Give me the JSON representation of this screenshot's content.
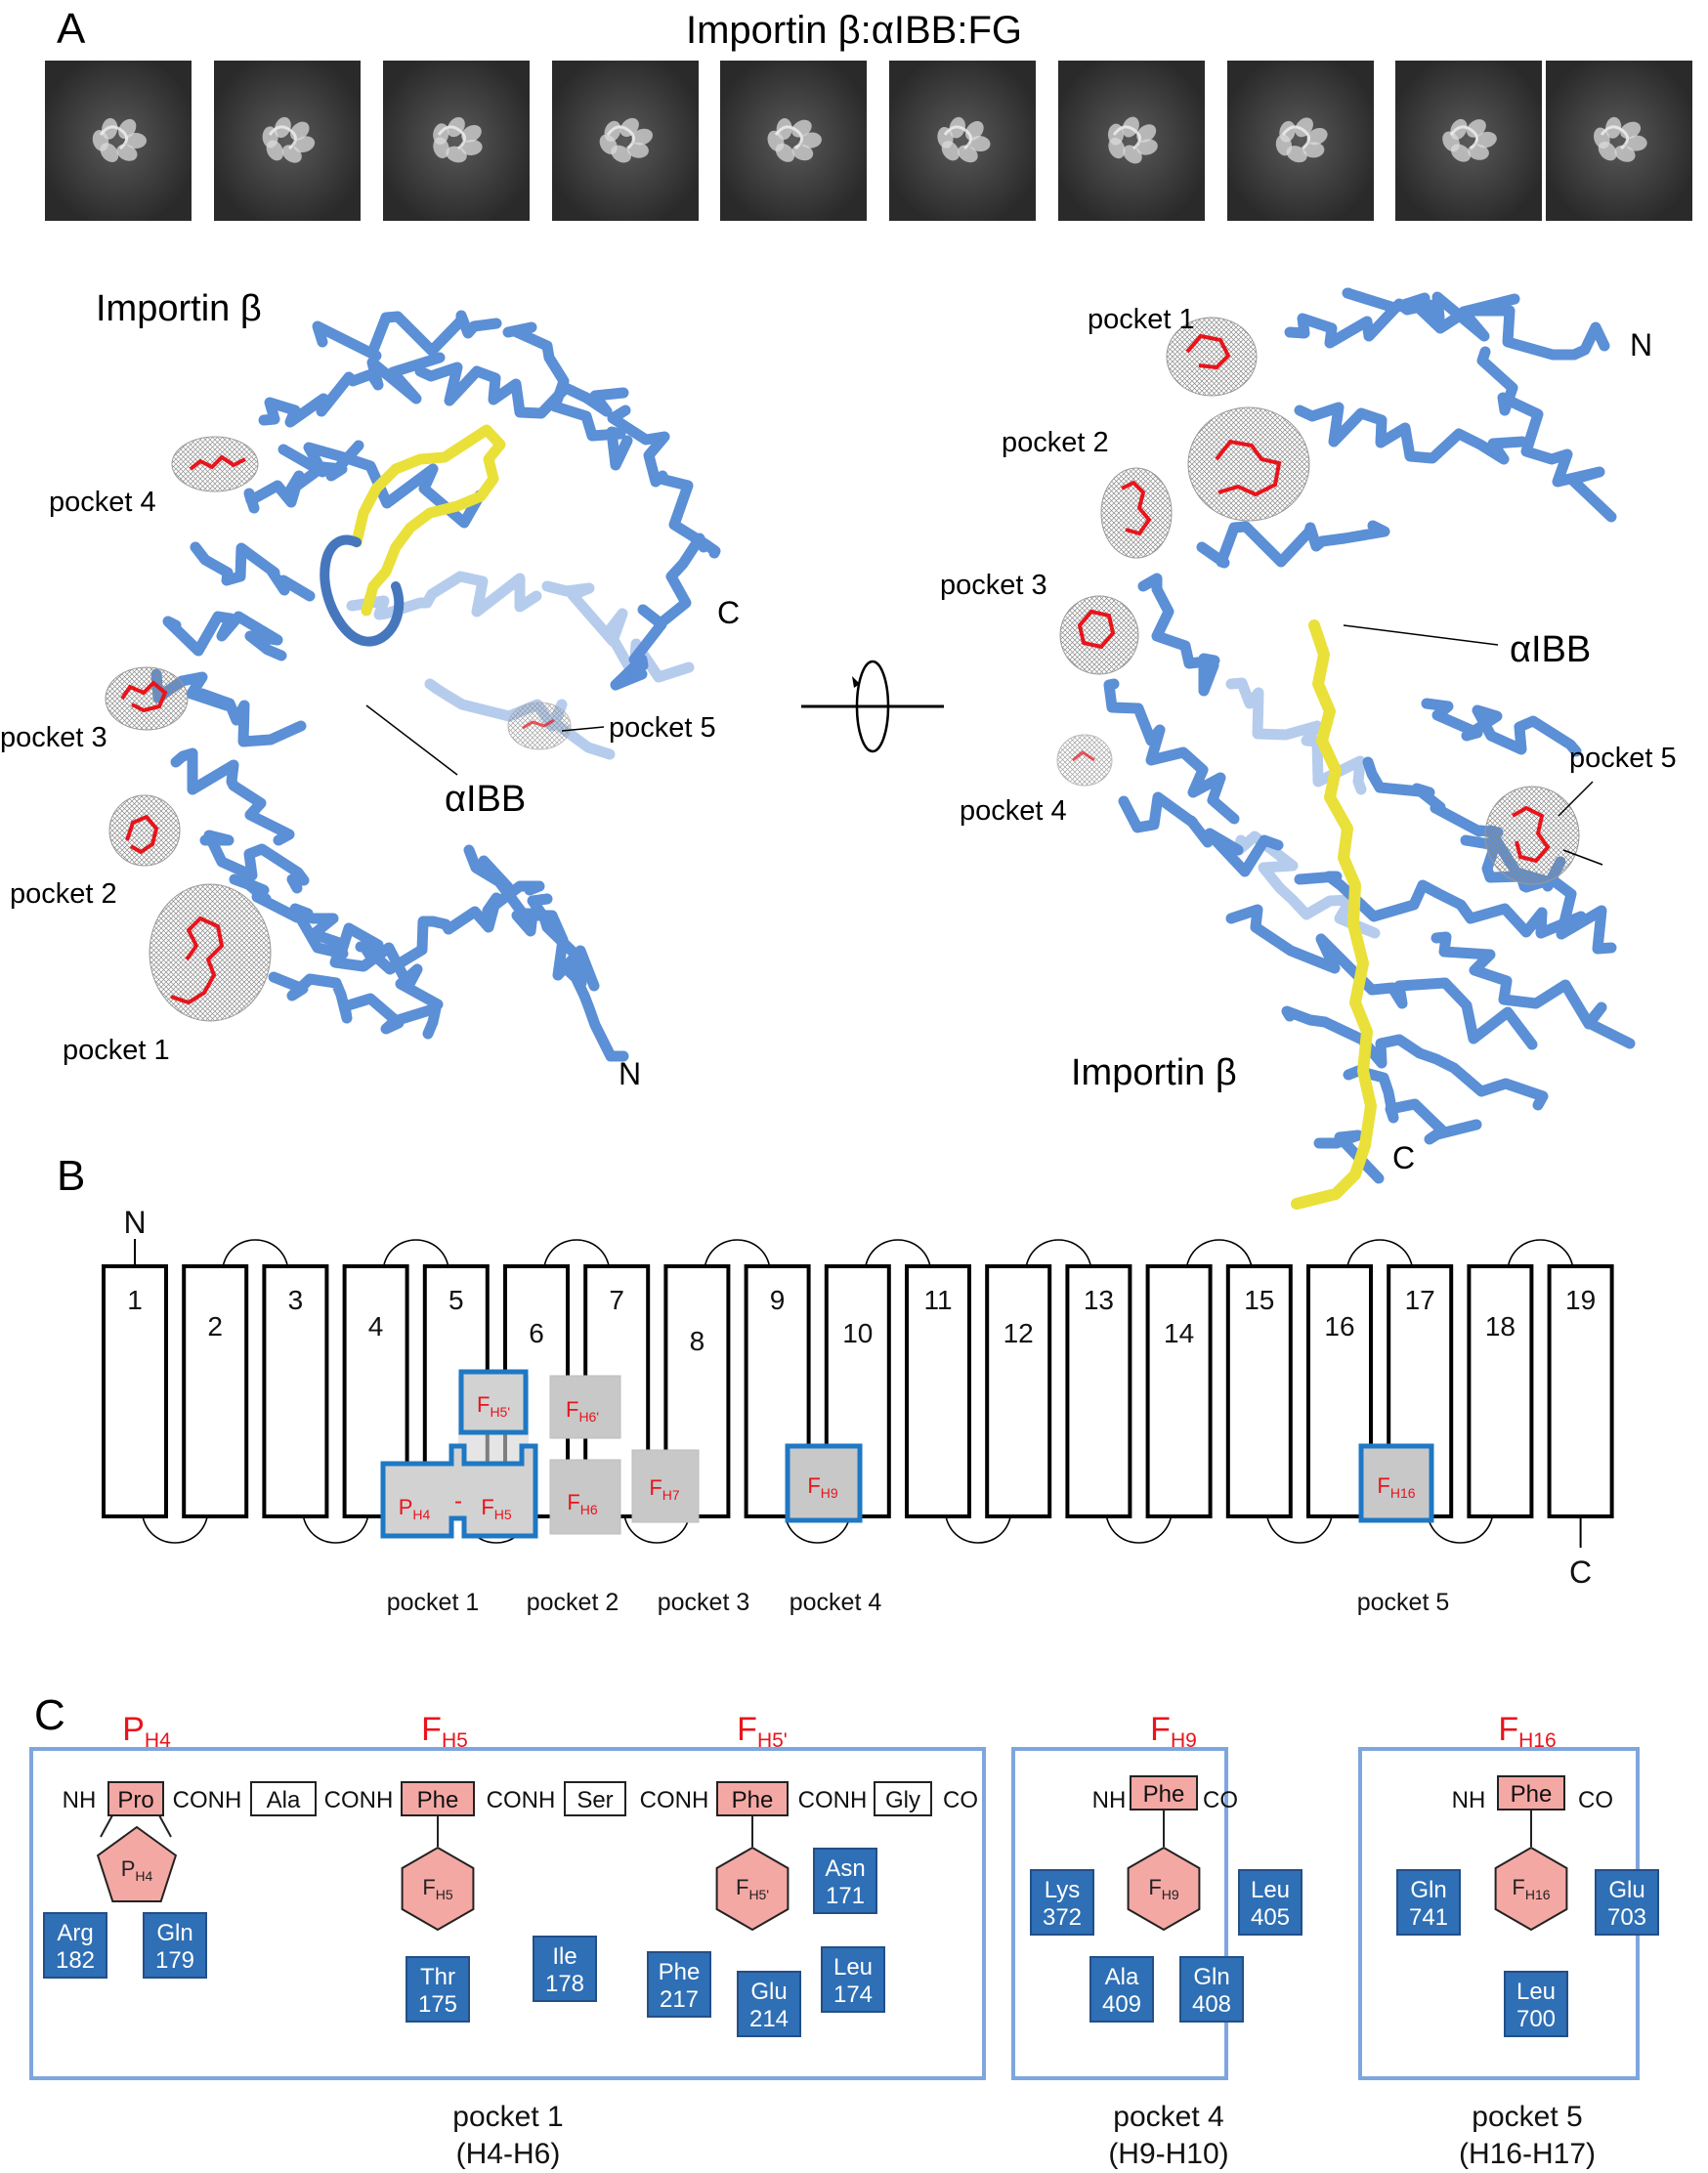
{
  "panelA": {
    "letter": "A",
    "title": "Importin β:αIBB:FG",
    "thumb_count": 10,
    "left": {
      "title": "Importin β",
      "pockets": [
        "pocket 1",
        "pocket 2",
        "pocket 3",
        "pocket 4",
        "pocket 5"
      ],
      "label_ibb": "αIBB",
      "label_n": "N",
      "label_c": "C"
    },
    "right": {
      "title": "Importin β",
      "pockets": [
        "pocket 1",
        "pocket 2",
        "pocket 3",
        "pocket 4",
        "pocket 5"
      ],
      "label_ibb": "αIBB",
      "label_n": "N",
      "label_c": "C"
    }
  },
  "panelB": {
    "letter": "B",
    "n_label": "N",
    "c_label": "C",
    "helices": [
      "1",
      "2",
      "3",
      "4",
      "5",
      "6",
      "7",
      "8",
      "9",
      "10",
      "11",
      "12",
      "13",
      "14",
      "15",
      "16",
      "17",
      "18",
      "19"
    ],
    "fg_boxes": [
      {
        "base": "F",
        "sub": "H5'",
        "highlight": true
      },
      {
        "base": "P",
        "sub": "H4",
        "highlight": true
      },
      {
        "base": "F",
        "sub": "H5",
        "highlight": true
      },
      {
        "base": "F",
        "sub": "H6'",
        "highlight": false
      },
      {
        "base": "F",
        "sub": "H6",
        "highlight": false
      },
      {
        "base": "F",
        "sub": "H7",
        "highlight": false
      },
      {
        "base": "F",
        "sub": "H9",
        "highlight": true
      },
      {
        "base": "F",
        "sub": "H16",
        "highlight": true
      }
    ],
    "pockets": [
      "pocket 1",
      "pocket 2",
      "pocket 3",
      "pocket 4",
      "pocket 5"
    ]
  },
  "panelC": {
    "letter": "C",
    "box1": {
      "headers": [
        {
          "base": "P",
          "sub": "H4"
        },
        {
          "base": "F",
          "sub": "H5"
        },
        {
          "base": "F",
          "sub": "H5'"
        }
      ],
      "sequence": [
        "NH",
        "Pro",
        "CONH",
        "Ala",
        "CONH",
        "Phe",
        "CONH",
        "Ser",
        "CONH",
        "Phe",
        "CONH",
        "Gly",
        "CO"
      ],
      "rings": [
        {
          "base": "P",
          "sub": "H4"
        },
        {
          "base": "F",
          "sub": "H5"
        },
        {
          "base": "F",
          "sub": "H5'"
        }
      ],
      "residues": [
        {
          "name": "Arg",
          "num": "182"
        },
        {
          "name": "Gln",
          "num": "179"
        },
        {
          "name": "Thr",
          "num": "175"
        },
        {
          "name": "Ile",
          "num": "178"
        },
        {
          "name": "Phe",
          "num": "217"
        },
        {
          "name": "Glu",
          "num": "214"
        },
        {
          "name": "Leu",
          "num": "174"
        },
        {
          "name": "Asn",
          "num": "171"
        }
      ],
      "caption": [
        "pocket 1",
        "(H4-H6)"
      ]
    },
    "box2": {
      "header": {
        "base": "F",
        "sub": "H9"
      },
      "sequence": [
        "NH",
        "Phe",
        "CO"
      ],
      "ring": {
        "base": "F",
        "sub": "H9"
      },
      "residues": [
        {
          "name": "Lys",
          "num": "372"
        },
        {
          "name": "Leu",
          "num": "405"
        },
        {
          "name": "Ala",
          "num": "409"
        },
        {
          "name": "Gln",
          "num": "408"
        }
      ],
      "caption": [
        "pocket 4",
        "(H9-H10)"
      ]
    },
    "box3": {
      "header": {
        "base": "F",
        "sub": "H16"
      },
      "sequence": [
        "NH",
        "Phe",
        "CO"
      ],
      "ring": {
        "base": "F",
        "sub": "H16"
      },
      "residues": [
        {
          "name": "Gln",
          "num": "741"
        },
        {
          "name": "Glu",
          "num": "703"
        },
        {
          "name": "Leu",
          "num": "700"
        }
      ],
      "caption": [
        "pocket 5",
        "(H16-H17)"
      ]
    }
  },
  "colors": {
    "red": "#e8141c",
    "blue_box": "#1f78c4",
    "residue_fill": "#2e6fb5",
    "residue_stroke": "#244f86",
    "ring_fill": "#f4a8a4",
    "panel_border": "#7ea6de",
    "ribbon": "#5b8fd6",
    "helix_yellow": "#eae03a",
    "fg_gray": "#c8c8c8"
  }
}
